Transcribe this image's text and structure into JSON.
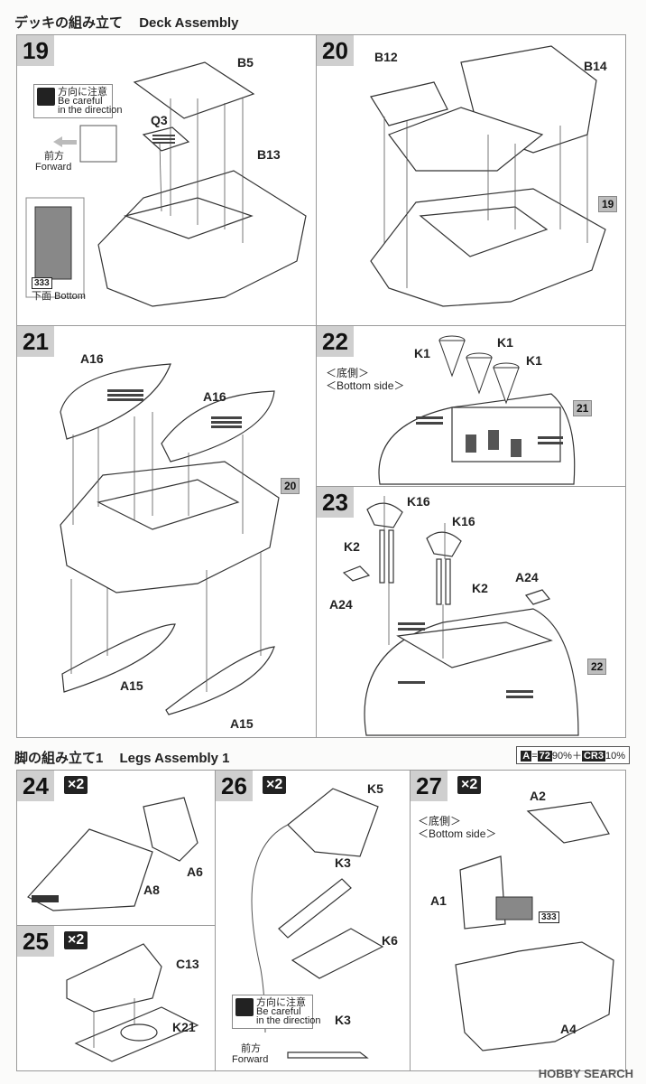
{
  "sections": {
    "deck": {
      "jp": "デッキの組み立て",
      "en": "Deck Assembly"
    },
    "legs": {
      "jp": "脚の組み立て1",
      "en": "Legs Assembly 1"
    }
  },
  "paint": {
    "a": "A",
    "eq": "=",
    "c1": "72",
    "p1": "90%＋",
    "c2": "CR3",
    "p2": "10%"
  },
  "caution": {
    "jp": "方向に注意",
    "en1": "Be careful",
    "en2": "in the direction",
    "dir_jp": "前方",
    "dir_en": "Forward"
  },
  "bottom": {
    "jp": "下面",
    "en": "Bottom"
  },
  "bottom_side": {
    "jp": "＜底側＞",
    "en": "＜Bottom side＞"
  },
  "steps": {
    "s19": {
      "num": "19",
      "parts": [
        "B5",
        "Q3",
        "B13"
      ],
      "tag": "333"
    },
    "s20": {
      "num": "20",
      "parts": [
        "B12",
        "B14"
      ],
      "ref": "19"
    },
    "s21": {
      "num": "21",
      "parts": [
        "A16",
        "A16",
        "A15",
        "A15"
      ],
      "ref": "20"
    },
    "s22": {
      "num": "22",
      "parts": [
        "K1",
        "K1",
        "K1"
      ],
      "ref": "21"
    },
    "s23": {
      "num": "23",
      "parts": [
        "K16",
        "K16",
        "K2",
        "K2",
        "A24",
        "A24"
      ],
      "ref": "22"
    },
    "s24": {
      "num": "24",
      "mult": "×2",
      "parts": [
        "A6",
        "A8"
      ]
    },
    "s25": {
      "num": "25",
      "mult": "×2",
      "parts": [
        "C13",
        "K21"
      ]
    },
    "s26": {
      "num": "26",
      "mult": "×2",
      "parts": [
        "K5",
        "K3",
        "K6",
        "K3"
      ]
    },
    "s27": {
      "num": "27",
      "mult": "×2",
      "parts": [
        "A2",
        "A1",
        "A4"
      ],
      "tag": "333"
    }
  },
  "watermark": "HOBBY SEARCH"
}
